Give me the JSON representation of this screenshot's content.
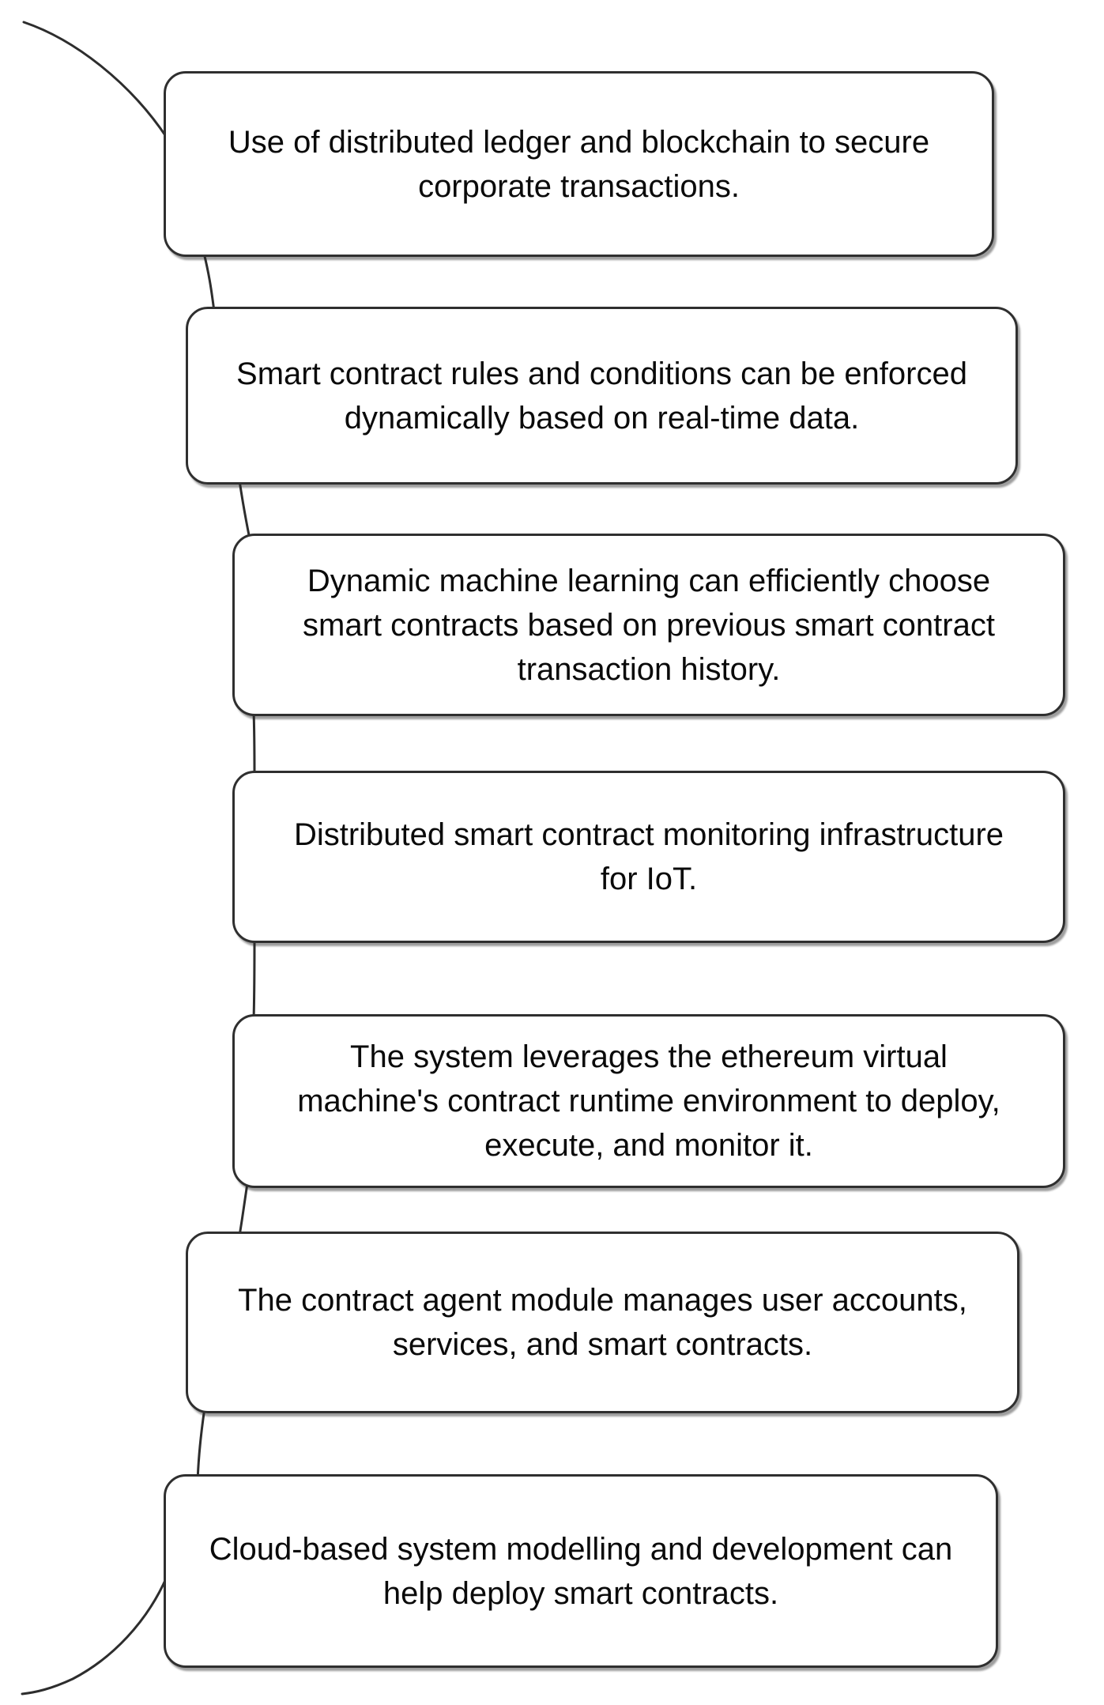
{
  "diagram": {
    "background_color": "#ffffff",
    "card_fill_color": "#ffffff",
    "card_border_color": "#2f2f2f",
    "connector_color": "#2d2d2d",
    "text_color": "#0a0a0a",
    "cards": [
      {
        "text": "Use of distributed ledger and blockchain to secure corporate transactions.",
        "lines": [
          "Use of distributed ledger and blockchain to secure",
          "corporate transactions."
        ]
      },
      {
        "text": "Smart contract rules and conditions can be enforced dynamically based on real-time data.",
        "lines": [
          "Smart contract rules and conditions can be enforced",
          "dynamically based on real-time data."
        ]
      },
      {
        "text": "Dynamic machine learning can efficiently choose smart contracts based on previous smart contract transaction history.",
        "lines": [
          "Dynamic machine learning can efficiently choose",
          "smart contracts based on previous smart contract",
          "transaction history."
        ]
      },
      {
        "text": "Distributed smart contract monitoring infrastructure for IoT.",
        "lines": [
          "Distributed smart contract monitoring infrastructure",
          "for IoT."
        ]
      },
      {
        "text": "The system leverages the ethereum virtual machine's contract runtime environment to deploy, execute, and monitor it.",
        "lines": [
          "The system leverages the ethereum virtual",
          "machine's contract runtime environment to deploy,",
          "execute, and monitor it."
        ]
      },
      {
        "text": "The contract agent module manages user accounts, services, and smart contracts.",
        "lines": [
          "The contract agent module manages user accounts,",
          "services, and smart contracts."
        ]
      },
      {
        "text": "Cloud-based system modelling and development can help deploy smart contracts.",
        "lines": [
          "Cloud-based system modelling and development can",
          "help deploy smart contracts."
        ]
      }
    ]
  }
}
